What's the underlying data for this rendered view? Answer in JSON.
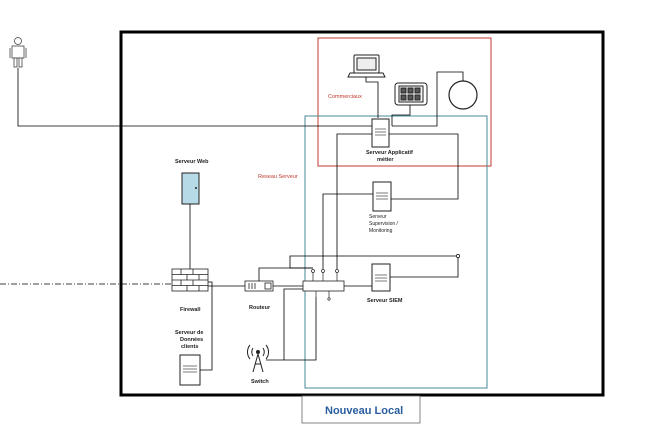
{
  "labels": {
    "commerciaux": "Commerciaux",
    "serveur_applicatif": "Serveur Applicatif",
    "metier": "métier",
    "reseau_serveur": "Reseau Serveur",
    "serveur_web": "Serveur Web",
    "serveur_supervision_1": "Serveur",
    "serveur_supervision_2": "Supervision /",
    "serveur_supervision_3": "Monitoring",
    "serveur_siem": "Serveur SIEM",
    "firewall": "Firewall",
    "routeur": "Routeur",
    "serveur_donnees_1": "Serveur de",
    "serveur_donnees_2": "Données",
    "serveur_donnees_3": "clients",
    "switch": "Switch",
    "nouveau_local": "Nouveau Local"
  },
  "colors": {
    "outer_border": "#000000",
    "commerciaux_zone": "#c0392b",
    "reseau_zone": "#4a8a99",
    "title_text": "#2a5d9f",
    "web_server_fill": "#b7dbe6"
  }
}
